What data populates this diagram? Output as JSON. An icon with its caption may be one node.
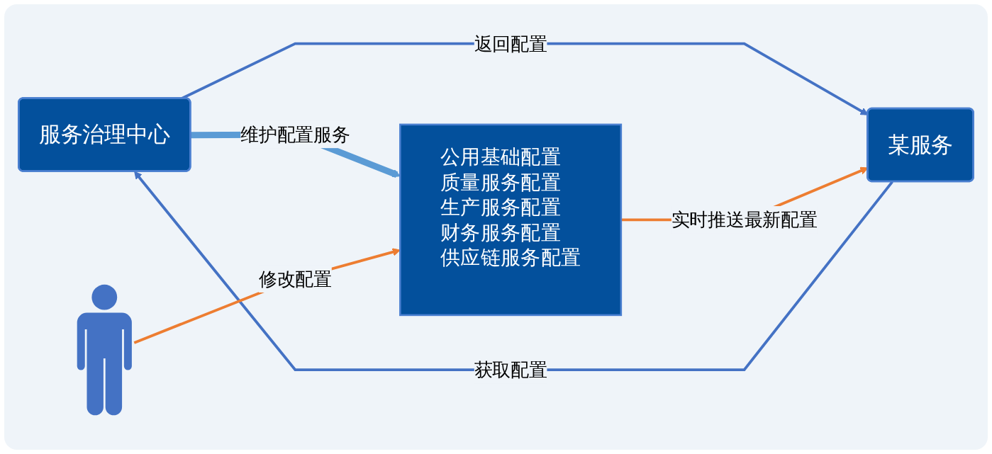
{
  "diagram": {
    "nodes": [
      {
        "text": [
          "服务治理中心"
        ]
      },
      {
        "text": [
          "某服务"
        ]
      },
      {
        "text": [
          "公用基础配置",
          "质量服务配置",
          "生产服务配置",
          "财务服务配置",
          "供应链服务配置"
        ]
      },
      {
        "text": [],
        "shape": "person"
      }
    ],
    "edges": [
      {
        "from": 1,
        "to": 0,
        "arrow": "to",
        "label": "获取配置"
      },
      {
        "from": 0,
        "to": 1,
        "arrow": "to",
        "label": "返回配置"
      },
      {
        "from": 0,
        "to": 2,
        "arrow": "to",
        "label": "维护配置服务",
        "style": "thick",
        "color": "#5b9bd5"
      },
      {
        "from": 3,
        "to": 2,
        "arrow": "to",
        "label": "修改配置",
        "color": "#ed7d31"
      },
      {
        "from": 2,
        "to": 1,
        "arrow": "to",
        "label": "实时推送最新配置",
        "color": "#ed7d31"
      }
    ]
  }
}
